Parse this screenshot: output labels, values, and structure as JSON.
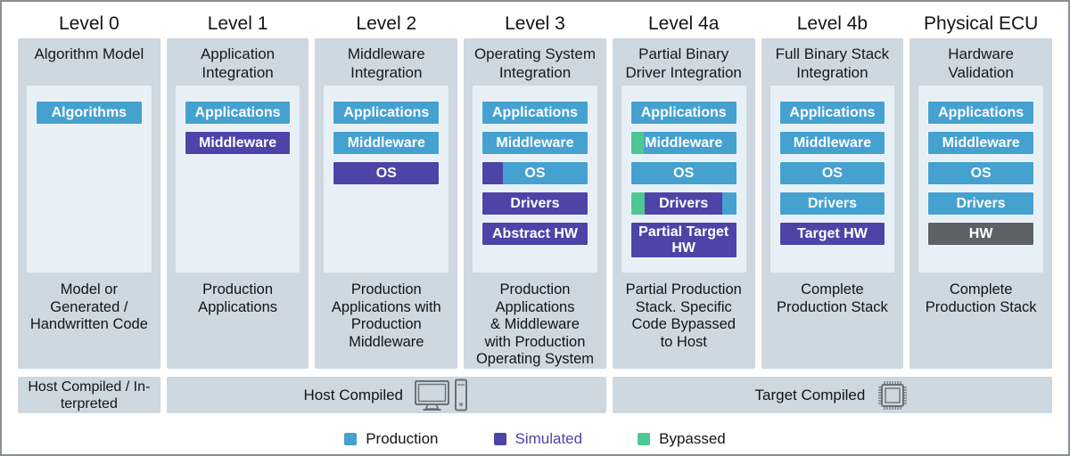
{
  "colors": {
    "production": "#45A1CF",
    "simulated": "#4D44A8",
    "bypassed": "#4FC794",
    "hardware": "#5E6166",
    "column_bg": "#CDD8E1",
    "panel_bg": "#E7F0F7",
    "text_dark": "#131518",
    "simulated_text": "#4D44A8"
  },
  "columns": [
    {
      "level": "Level 0",
      "title": "Algorithm Model",
      "blocks": [
        {
          "label": "Algorithms",
          "segments": [
            {
              "color": "production",
              "pct": 100
            }
          ]
        }
      ],
      "description": "Model or\nGenerated /\nHandwritten Code"
    },
    {
      "level": "Level 1",
      "title": "Application\nIntegration",
      "blocks": [
        {
          "label": "Applications",
          "segments": [
            {
              "color": "production",
              "pct": 100
            }
          ]
        },
        {
          "label": "Middleware",
          "segments": [
            {
              "color": "simulated",
              "pct": 100
            }
          ]
        }
      ],
      "description": "Production\nApplications"
    },
    {
      "level": "Level 2",
      "title": "Middleware\nIntegration",
      "blocks": [
        {
          "label": "Applications",
          "segments": [
            {
              "color": "production",
              "pct": 100
            }
          ]
        },
        {
          "label": "Middleware",
          "segments": [
            {
              "color": "production",
              "pct": 100
            }
          ]
        },
        {
          "label": "OS",
          "segments": [
            {
              "color": "simulated",
              "pct": 100
            }
          ]
        }
      ],
      "description": "Production\nApplications with\nProduction\nMiddleware"
    },
    {
      "level": "Level 3",
      "title": "Operating System\nIntegration",
      "blocks": [
        {
          "label": "Applications",
          "segments": [
            {
              "color": "production",
              "pct": 100
            }
          ]
        },
        {
          "label": "Middleware",
          "segments": [
            {
              "color": "production",
              "pct": 100
            }
          ]
        },
        {
          "label": "OS",
          "segments": [
            {
              "color": "simulated",
              "pct": 19
            },
            {
              "color": "production",
              "pct": 81
            }
          ]
        },
        {
          "label": "Drivers",
          "segments": [
            {
              "color": "simulated",
              "pct": 100
            }
          ]
        },
        {
          "label": "Abstract HW",
          "segments": [
            {
              "color": "simulated",
              "pct": 100
            }
          ]
        }
      ],
      "description": "Production\nApplications\n& Middleware\nwith Production\nOperating System"
    },
    {
      "level": "Level 4a",
      "title": "Partial Binary\nDriver Integration",
      "blocks": [
        {
          "label": "Applications",
          "segments": [
            {
              "color": "production",
              "pct": 100
            }
          ]
        },
        {
          "label": "Middleware",
          "segments": [
            {
              "color": "bypassed",
              "pct": 12
            },
            {
              "color": "production",
              "pct": 88
            }
          ]
        },
        {
          "label": "OS",
          "segments": [
            {
              "color": "production",
              "pct": 100
            }
          ]
        },
        {
          "label": "Drivers",
          "segments": [
            {
              "color": "bypassed",
              "pct": 13
            },
            {
              "color": "simulated",
              "pct": 74
            },
            {
              "color": "production",
              "pct": 13
            }
          ]
        },
        {
          "label": "Partial Target\nHW",
          "tall": true,
          "segments": [
            {
              "color": "simulated",
              "pct": 100
            }
          ]
        }
      ],
      "description": "Partial Production\nStack. Specific\nCode Bypassed\nto Host"
    },
    {
      "level": "Level 4b",
      "title": "Full Binary Stack\nIntegration",
      "blocks": [
        {
          "label": "Applications",
          "segments": [
            {
              "color": "production",
              "pct": 100
            }
          ]
        },
        {
          "label": "Middleware",
          "segments": [
            {
              "color": "production",
              "pct": 100
            }
          ]
        },
        {
          "label": "OS",
          "segments": [
            {
              "color": "production",
              "pct": 100
            }
          ]
        },
        {
          "label": "Drivers",
          "segments": [
            {
              "color": "production",
              "pct": 100
            }
          ]
        },
        {
          "label": "Target HW",
          "segments": [
            {
              "color": "simulated",
              "pct": 100
            }
          ]
        }
      ],
      "description": "Complete\nProduction Stack"
    },
    {
      "level": "Physical ECU",
      "title": "Hardware\nValidation",
      "blocks": [
        {
          "label": "Applications",
          "segments": [
            {
              "color": "production",
              "pct": 100
            }
          ]
        },
        {
          "label": "Middleware",
          "segments": [
            {
              "color": "production",
              "pct": 100
            }
          ]
        },
        {
          "label": "OS",
          "segments": [
            {
              "color": "production",
              "pct": 100
            }
          ]
        },
        {
          "label": "Drivers",
          "segments": [
            {
              "color": "production",
              "pct": 100
            }
          ]
        },
        {
          "label": "HW",
          "segments": [
            {
              "color": "hardware",
              "pct": 100
            }
          ]
        }
      ],
      "description": "Complete\nProduction Stack"
    }
  ],
  "compile_bars": [
    {
      "label": "Host Compiled / In-\nterpreted",
      "icon": "none"
    },
    {
      "label": "Host Compiled",
      "icon": "desktop-computer"
    },
    {
      "label": "Target Compiled",
      "icon": "chip"
    }
  ],
  "legend": [
    {
      "label": "Production",
      "color": "production",
      "text_color": "#131518"
    },
    {
      "label": "Simulated",
      "color": "simulated",
      "text_color": "#4D44A8"
    },
    {
      "label": "Bypassed",
      "color": "bypassed",
      "text_color": "#131518"
    }
  ]
}
